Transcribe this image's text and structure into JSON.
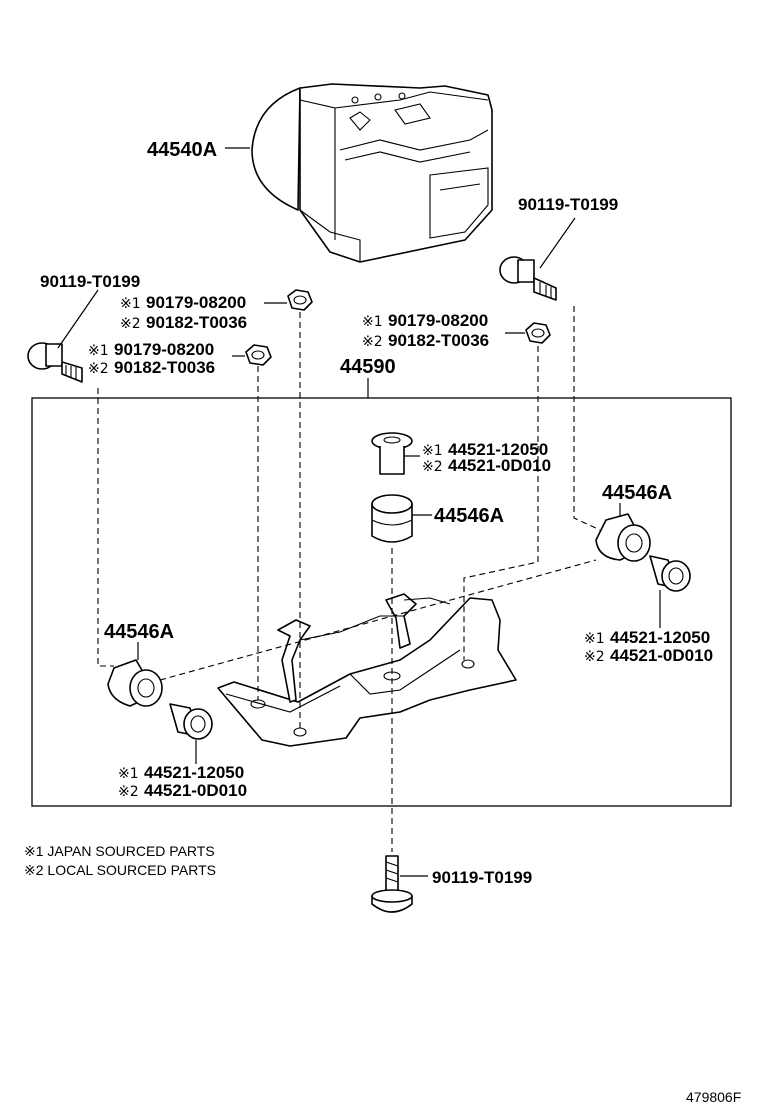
{
  "diagram": {
    "reference_code": "479806F",
    "mark_1": "※1",
    "mark_2": "※2",
    "callouts": {
      "abs_actuator": "44540A",
      "bracket": "44590",
      "bolt_top_left": "90119-T0199",
      "bolt_top_right": "90119-T0199",
      "bolt_bottom": "90119-T0199",
      "cushion_center": "44546A",
      "cushion_right": "44546A",
      "cushion_left": "44546A",
      "nut_center": {
        "japan": "90179-08200",
        "local": "90182-T0036"
      },
      "nut_left": {
        "japan": "90179-08200",
        "local": "90182-T0036"
      },
      "nut_right": {
        "japan": "90179-08200",
        "local": "90182-T0036"
      },
      "collar_top": {
        "japan": "44521-12050",
        "local": "44521-0D010"
      },
      "collar_right": {
        "japan": "44521-12050",
        "local": "44521-0D010"
      },
      "collar_left": {
        "japan": "44521-12050",
        "local": "44521-0D010"
      }
    },
    "legend": {
      "japan": "※1 JAPAN SOURCED PARTS",
      "local": "※2 LOCAL SOURCED PARTS"
    }
  }
}
